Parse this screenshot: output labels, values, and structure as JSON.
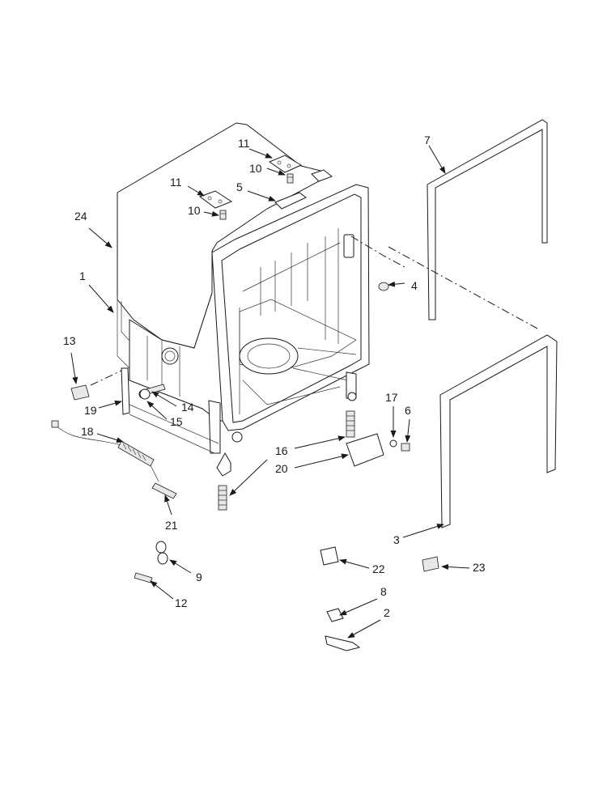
{
  "callouts": {
    "c1": "1",
    "c2": "2",
    "c3": "3",
    "c4": "4",
    "c5": "5",
    "c6": "6",
    "c7": "7",
    "c8": "8",
    "c9": "9",
    "c10a": "10",
    "c10b": "10",
    "c11a": "11",
    "c11b": "11",
    "c12": "12",
    "c13": "13",
    "c14": "14",
    "c15": "15",
    "c16": "16",
    "c17": "17",
    "c18": "18",
    "c19": "19",
    "c20": "20",
    "c21": "21",
    "c22": "22",
    "c23": "23",
    "c24": "24"
  },
  "colors": {
    "line": "#1a1a1a",
    "background": "#ffffff"
  }
}
